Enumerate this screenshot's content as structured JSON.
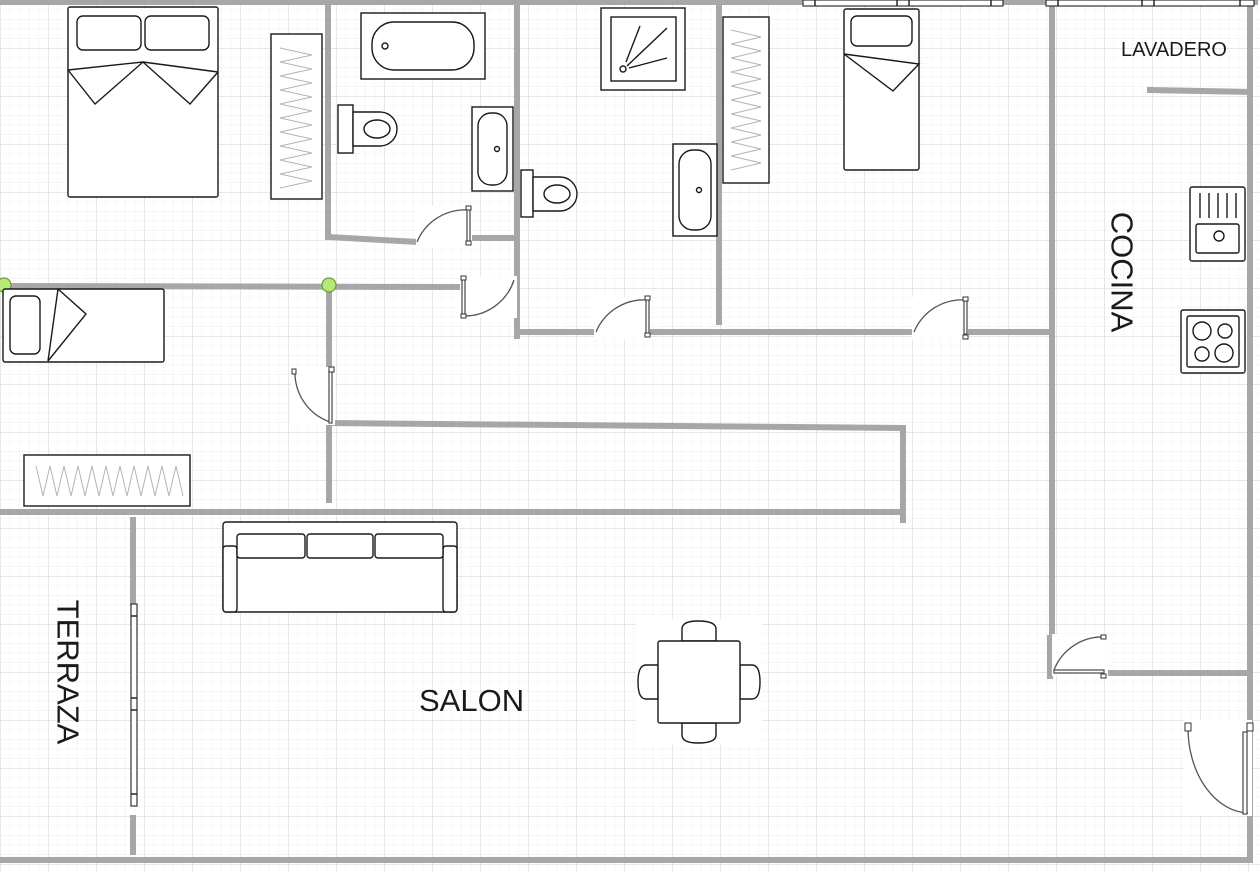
{
  "plan": {
    "labels": {
      "lavadero": "LAVADERO",
      "cocina": "COCINA",
      "terraza": "TERRAZA",
      "salon": "SALON"
    }
  },
  "colors": {
    "background": "#ffffff",
    "grid_major": "#cfcfcf",
    "grid_minor": "#ececec",
    "wall": "#a7a7a7",
    "fixture_line": "#1a1a1a",
    "node": "#b9e87a"
  }
}
